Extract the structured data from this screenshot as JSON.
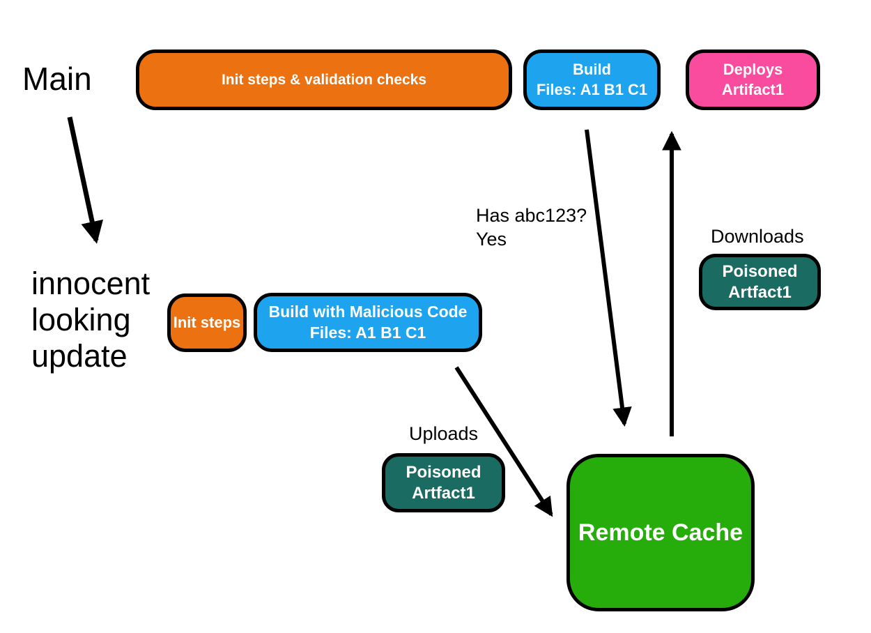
{
  "labels": {
    "main": "Main",
    "innocent_update": "innocent looking update",
    "has_hash_question": "Has abc123?",
    "has_hash_answer": "Yes",
    "downloads": "Downloads",
    "uploads": "Uploads"
  },
  "nodes": {
    "init_validation": {
      "label": "Init steps & validation checks",
      "color": "#EC7211"
    },
    "build": {
      "line1": "Build",
      "line2": "Files: A1 B1 C1",
      "color": "#1EA4EF"
    },
    "deploys": {
      "line1": "Deploys",
      "line2": "Artifact1",
      "color": "#F94C9F"
    },
    "init_steps": {
      "label": "Init steps",
      "color": "#EC7211"
    },
    "build_malicious": {
      "line1": "Build with Malicious Code",
      "line2": "Files: A1 B1 C1",
      "color": "#1EA4EF"
    },
    "poisoned_downloaded": {
      "line1": "Poisoned",
      "line2": "Artfact1",
      "color": "#1A6B62"
    },
    "poisoned_uploaded": {
      "line1": "Poisoned",
      "line2": "Artfact1",
      "color": "#1A6B62"
    },
    "remote_cache": {
      "label": "Remote Cache",
      "color": "#26AD0B"
    }
  },
  "edges": [
    {
      "from": "main",
      "to": "innocent_update",
      "label": ""
    },
    {
      "from": "build",
      "to": "remote_cache",
      "label": "Has abc123? Yes"
    },
    {
      "from": "remote_cache",
      "to": "deploys",
      "label": "Downloads Poisoned Artfact1"
    },
    {
      "from": "build_malicious",
      "to": "remote_cache",
      "label": "Uploads Poisoned Artfact1"
    }
  ],
  "colors": {
    "background": "#FFFFFF",
    "outline": "#000000",
    "text": "#000000",
    "node_text": "#FFFFFF",
    "orange": "#EC7211",
    "blue": "#1EA4EF",
    "pink": "#F94C9F",
    "teal": "#1A6B62",
    "green": "#26AD0B",
    "arrow": "#000000"
  }
}
